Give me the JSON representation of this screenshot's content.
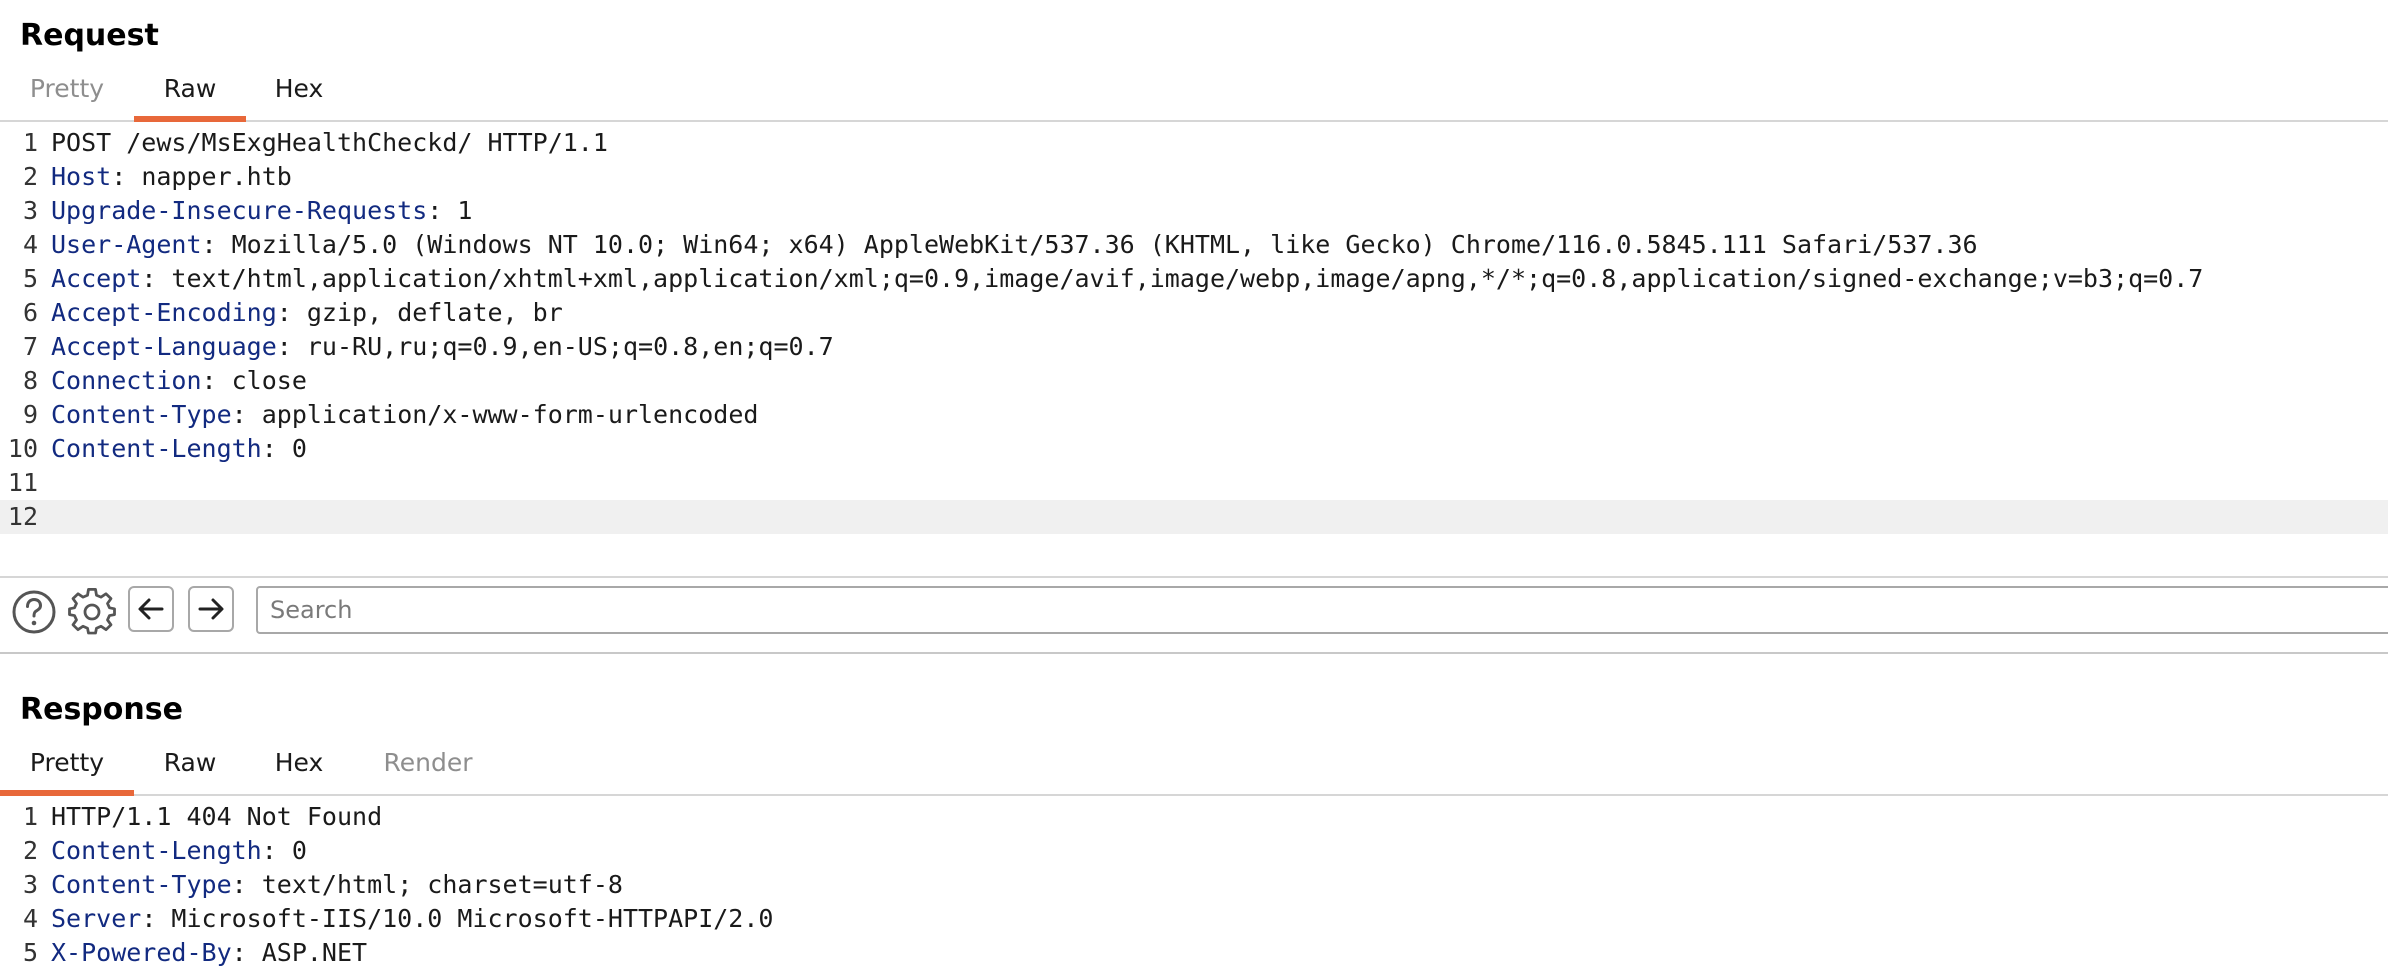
{
  "request": {
    "title": "Request",
    "tabs": [
      {
        "label": "Pretty",
        "state": "disabled"
      },
      {
        "label": "Raw",
        "state": "active"
      },
      {
        "label": "Hex",
        "state": "normal"
      }
    ],
    "lines": [
      {
        "num": "1",
        "name": "",
        "value": "POST /ews/MsExgHealthCheckd/ HTTP/1.1"
      },
      {
        "num": "2",
        "name": "Host",
        "value": ": napper.htb"
      },
      {
        "num": "3",
        "name": "Upgrade-Insecure-Requests",
        "value": ": 1"
      },
      {
        "num": "4",
        "name": "User-Agent",
        "value": ": Mozilla/5.0 (Windows NT 10.0; Win64; x64) AppleWebKit/537.36 (KHTML, like Gecko) Chrome/116.0.5845.111 Safari/537.36"
      },
      {
        "num": "5",
        "name": "Accept",
        "value": ": text/html,application/xhtml+xml,application/xml;q=0.9,image/avif,image/webp,image/apng,*/*;q=0.8,application/signed-exchange;v=b3;q=0.7"
      },
      {
        "num": "6",
        "name": "Accept-Encoding",
        "value": ": gzip, deflate, br"
      },
      {
        "num": "7",
        "name": "Accept-Language",
        "value": ": ru-RU,ru;q=0.9,en-US;q=0.8,en;q=0.7"
      },
      {
        "num": "8",
        "name": "Connection",
        "value": ": close"
      },
      {
        "num": "9",
        "name": "Content-Type",
        "value": ": application/x-www-form-urlencoded"
      },
      {
        "num": "10",
        "name": "Content-Length",
        "value": ": 0"
      },
      {
        "num": "11",
        "name": "",
        "value": ""
      },
      {
        "num": "12",
        "name": "",
        "value": ""
      }
    ]
  },
  "toolbar": {
    "help_icon": "help-circle-icon",
    "settings_icon": "gear-icon",
    "back_icon": "arrow-left-icon",
    "forward_icon": "arrow-right-icon",
    "search_placeholder": "Search"
  },
  "response": {
    "title": "Response",
    "tabs": [
      {
        "label": "Pretty",
        "state": "active"
      },
      {
        "label": "Raw",
        "state": "normal"
      },
      {
        "label": "Hex",
        "state": "normal"
      },
      {
        "label": "Render",
        "state": "disabled"
      }
    ],
    "lines": [
      {
        "num": "1",
        "name": "",
        "value": "HTTP/1.1 404 Not Found"
      },
      {
        "num": "2",
        "name": "Content-Length",
        "value": ": 0"
      },
      {
        "num": "3",
        "name": "Content-Type",
        "value": ": text/html; charset=utf-8"
      },
      {
        "num": "4",
        "name": "Server",
        "value": ": Microsoft-IIS/10.0 Microsoft-HTTPAPI/2.0"
      },
      {
        "num": "5",
        "name": "X-Powered-By",
        "value": ": ASP.NET"
      }
    ]
  },
  "colors": {
    "accent": "#e8683a",
    "header_name": "#122a80",
    "divider": "#d6d6d6"
  }
}
